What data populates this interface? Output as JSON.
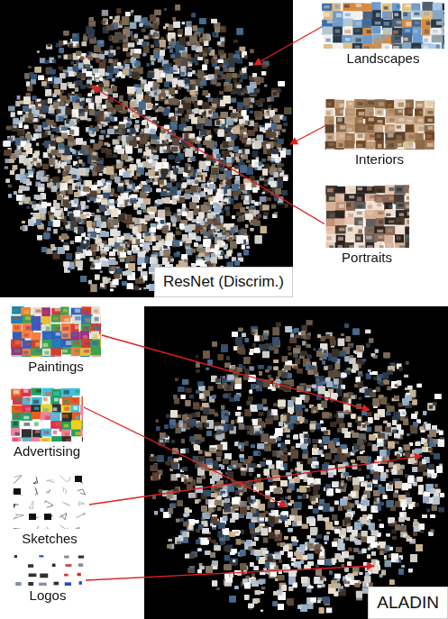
{
  "diagram": {
    "nodes": [
      {
        "text": [
          "Landscapes"
        ]
      },
      {
        "text": [
          "Interiors"
        ]
      },
      {
        "text": [
          "Portraits"
        ]
      },
      {
        "text": [
          "ResNet (Discrim.)"
        ]
      },
      {
        "text": [
          "Paintings"
        ]
      },
      {
        "text": [
          "Advertising"
        ]
      },
      {
        "text": [
          "Sketches"
        ]
      },
      {
        "text": [
          "Logos"
        ]
      },
      {
        "text": [
          "ALADIN"
        ]
      }
    ]
  }
}
